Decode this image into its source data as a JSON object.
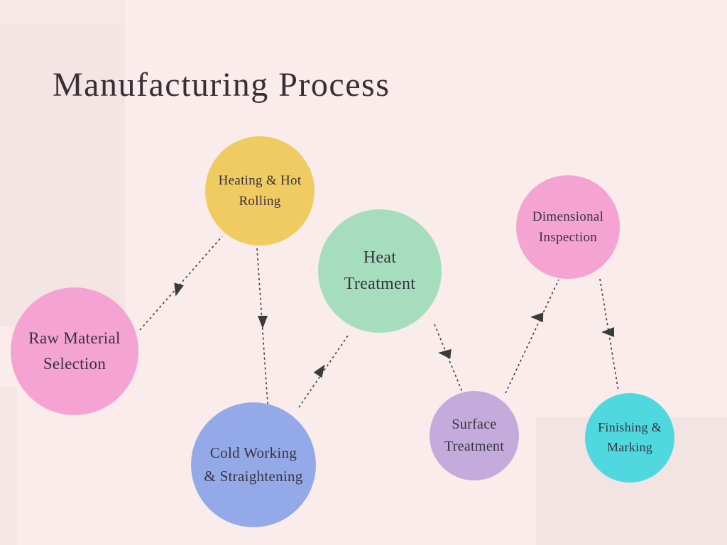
{
  "page": {
    "title": "Manufacturing Process",
    "background": "#F9ECEB",
    "title_color": "#3A2F36"
  },
  "diagram": {
    "node_text_color": "#38333E",
    "nodes": [
      {
        "id": "raw-material-selection",
        "lines": [
          "Raw Material",
          "Selection"
        ],
        "color": "#F4A3D2"
      },
      {
        "id": "heating-hot-rolling",
        "lines": [
          "Heating & Hot",
          "Rolling"
        ],
        "color": "#EFCB62"
      },
      {
        "id": "cold-working-straightening",
        "lines": [
          "Cold Working",
          "& Straightening"
        ],
        "color": "#94AAE8"
      },
      {
        "id": "heat-treatment",
        "lines": [
          "Heat",
          "Treatment"
        ],
        "color": "#A7DDBF"
      },
      {
        "id": "surface-treatment",
        "lines": [
          "Surface",
          "Treatment"
        ],
        "color": "#C5ABDC"
      },
      {
        "id": "dimensional-inspection",
        "lines": [
          "Dimensional",
          "Inspection"
        ],
        "color": "#F4A3D2"
      },
      {
        "id": "finishing-marking",
        "lines": [
          "Finishing &",
          "Marking"
        ],
        "color": "#4FD9DF"
      }
    ],
    "edges": [
      {
        "from": "raw-material-selection",
        "to": "heating-hot-rolling"
      },
      {
        "from": "heating-hot-rolling",
        "to": "cold-working-straightening"
      },
      {
        "from": "cold-working-straightening",
        "to": "heat-treatment"
      },
      {
        "from": "heat-treatment",
        "to": "surface-treatment"
      },
      {
        "from": "surface-treatment",
        "to": "dimensional-inspection"
      },
      {
        "from": "dimensional-inspection",
        "to": "finishing-marking"
      }
    ],
    "edge_style": {
      "color": "#3A3A3A",
      "line": "dashed",
      "arrow": "solid-triangle"
    }
  }
}
